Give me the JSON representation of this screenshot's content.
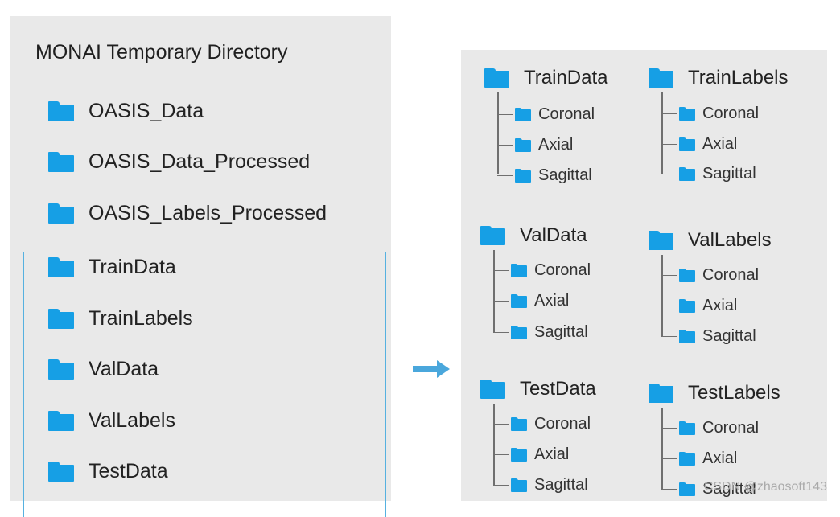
{
  "left": {
    "title": "MONAI Temporary Directory",
    "items": [
      {
        "label": "OASIS_Data"
      },
      {
        "label": "OASIS_Data_Processed"
      },
      {
        "label": "OASIS_Labels_Processed"
      },
      {
        "label": "TrainData"
      },
      {
        "label": "TrainLabels"
      },
      {
        "label": "ValData"
      },
      {
        "label": "ValLabels"
      },
      {
        "label": "TestData"
      }
    ]
  },
  "right": {
    "groups": [
      {
        "label": "TrainData",
        "children": [
          "Coronal",
          "Axial",
          "Sagittal"
        ]
      },
      {
        "label": "TrainLabels",
        "children": [
          "Coronal",
          "Axial",
          "Sagittal"
        ]
      },
      {
        "label": "ValData",
        "children": [
          "Coronal",
          "Axial",
          "Sagittal"
        ]
      },
      {
        "label": "ValLabels",
        "children": [
          "Coronal",
          "Axial",
          "Sagittal"
        ]
      },
      {
        "label": "TestData",
        "children": [
          "Coronal",
          "Axial",
          "Sagittal"
        ]
      },
      {
        "label": "TestLabels",
        "children": [
          "Coronal",
          "Axial",
          "Sagittal"
        ]
      }
    ]
  },
  "colors": {
    "folder": "#169fe5",
    "arrow": "#4aa7dc",
    "highlight_border": "#56b1e0",
    "panel_bg": "#e9e9e9"
  },
  "icons": {
    "folder": "folder-icon",
    "arrow": "arrow-right-icon"
  },
  "watermark": "CSDN @zhaosoft143"
}
